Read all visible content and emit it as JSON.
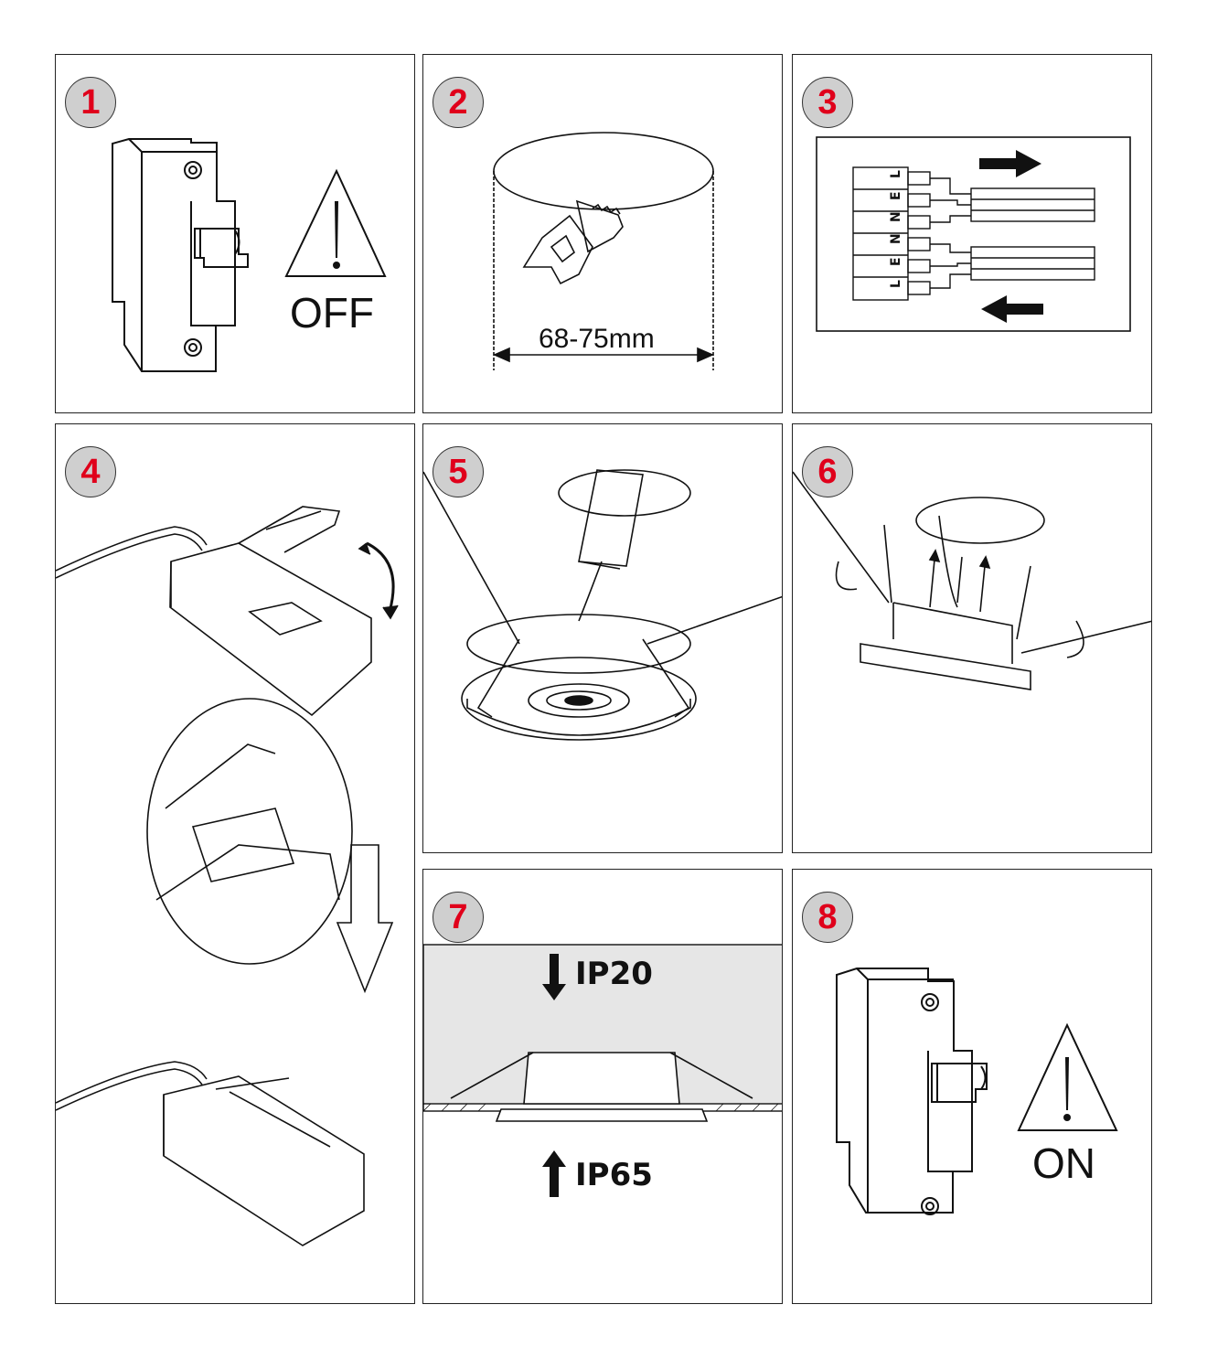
{
  "steps": [
    {
      "number": "1",
      "label": "OFF"
    },
    {
      "number": "2",
      "label": "68-75mm"
    },
    {
      "number": "3",
      "terminals": [
        "L",
        "E",
        "N",
        "N",
        "E",
        "L"
      ]
    },
    {
      "number": "4"
    },
    {
      "number": "5"
    },
    {
      "number": "6"
    },
    {
      "number": "7",
      "top_label": "IP20",
      "bottom_label": "IP65"
    },
    {
      "number": "8",
      "label": "ON"
    }
  ],
  "colors": {
    "badge_text": "#e0001b",
    "badge_fill": "#cfcfcf",
    "ceiling_shade": "#e6e6e6"
  },
  "icons": [
    "circuit-breaker-icon",
    "warning-triangle-icon",
    "saw-icon",
    "terminal-block-icon",
    "junction-box-icon",
    "downlight-icon",
    "spring-clip-icon",
    "arrow-icon"
  ]
}
